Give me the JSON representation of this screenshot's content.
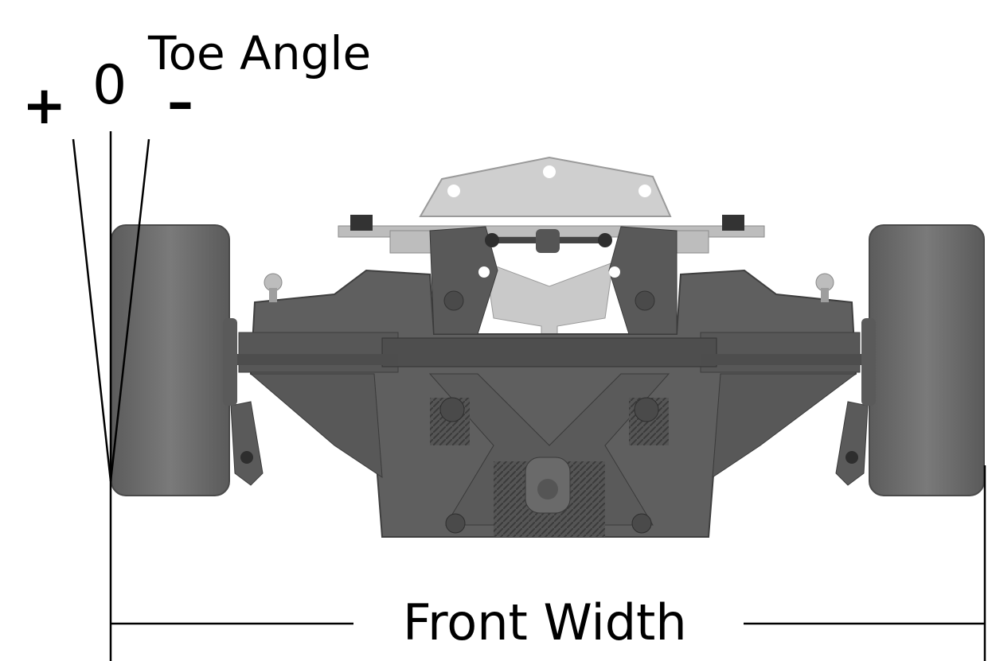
{
  "labels": {
    "toe_angle": "Toe Angle",
    "plus": "+",
    "zero": "0",
    "minus": "–",
    "front_width": "Front Width"
  },
  "colors": {
    "tire": "#6e6e6e",
    "tire_dark": "#575757",
    "chassis": "#5d5d5d",
    "chassis_dark": "#484848",
    "plate_light": "#c8c8c8",
    "line": "#000000"
  }
}
